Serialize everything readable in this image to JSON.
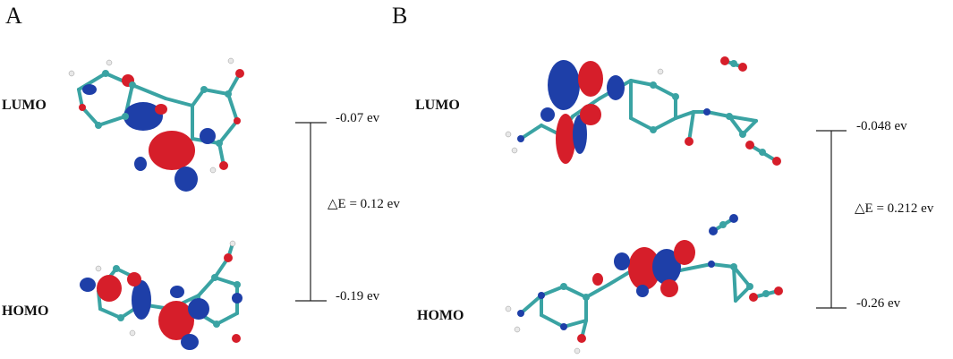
{
  "panels": [
    {
      "letter": "A",
      "lumo_label": "LUMO",
      "homo_label": "HOMO",
      "lumo_energy": "-0.07 ev",
      "homo_energy": "-0.19 ev",
      "gap_label": "△E = 0.12 ev"
    },
    {
      "letter": "B",
      "lumo_label": "LUMO",
      "homo_label": "HOMO",
      "lumo_energy": "-0.048 ev",
      "homo_energy": "-0.26 ev",
      "gap_label": "△E = 0.212 ev"
    }
  ],
  "colors": {
    "positive_lobe": "#d61e2a",
    "negative_lobe": "#1e3fa8",
    "carbon": "#3aa3a3",
    "oxygen": "#d61e2a",
    "nitrogen": "#1e3fa8",
    "hydrogen": "#e8e8e8"
  }
}
